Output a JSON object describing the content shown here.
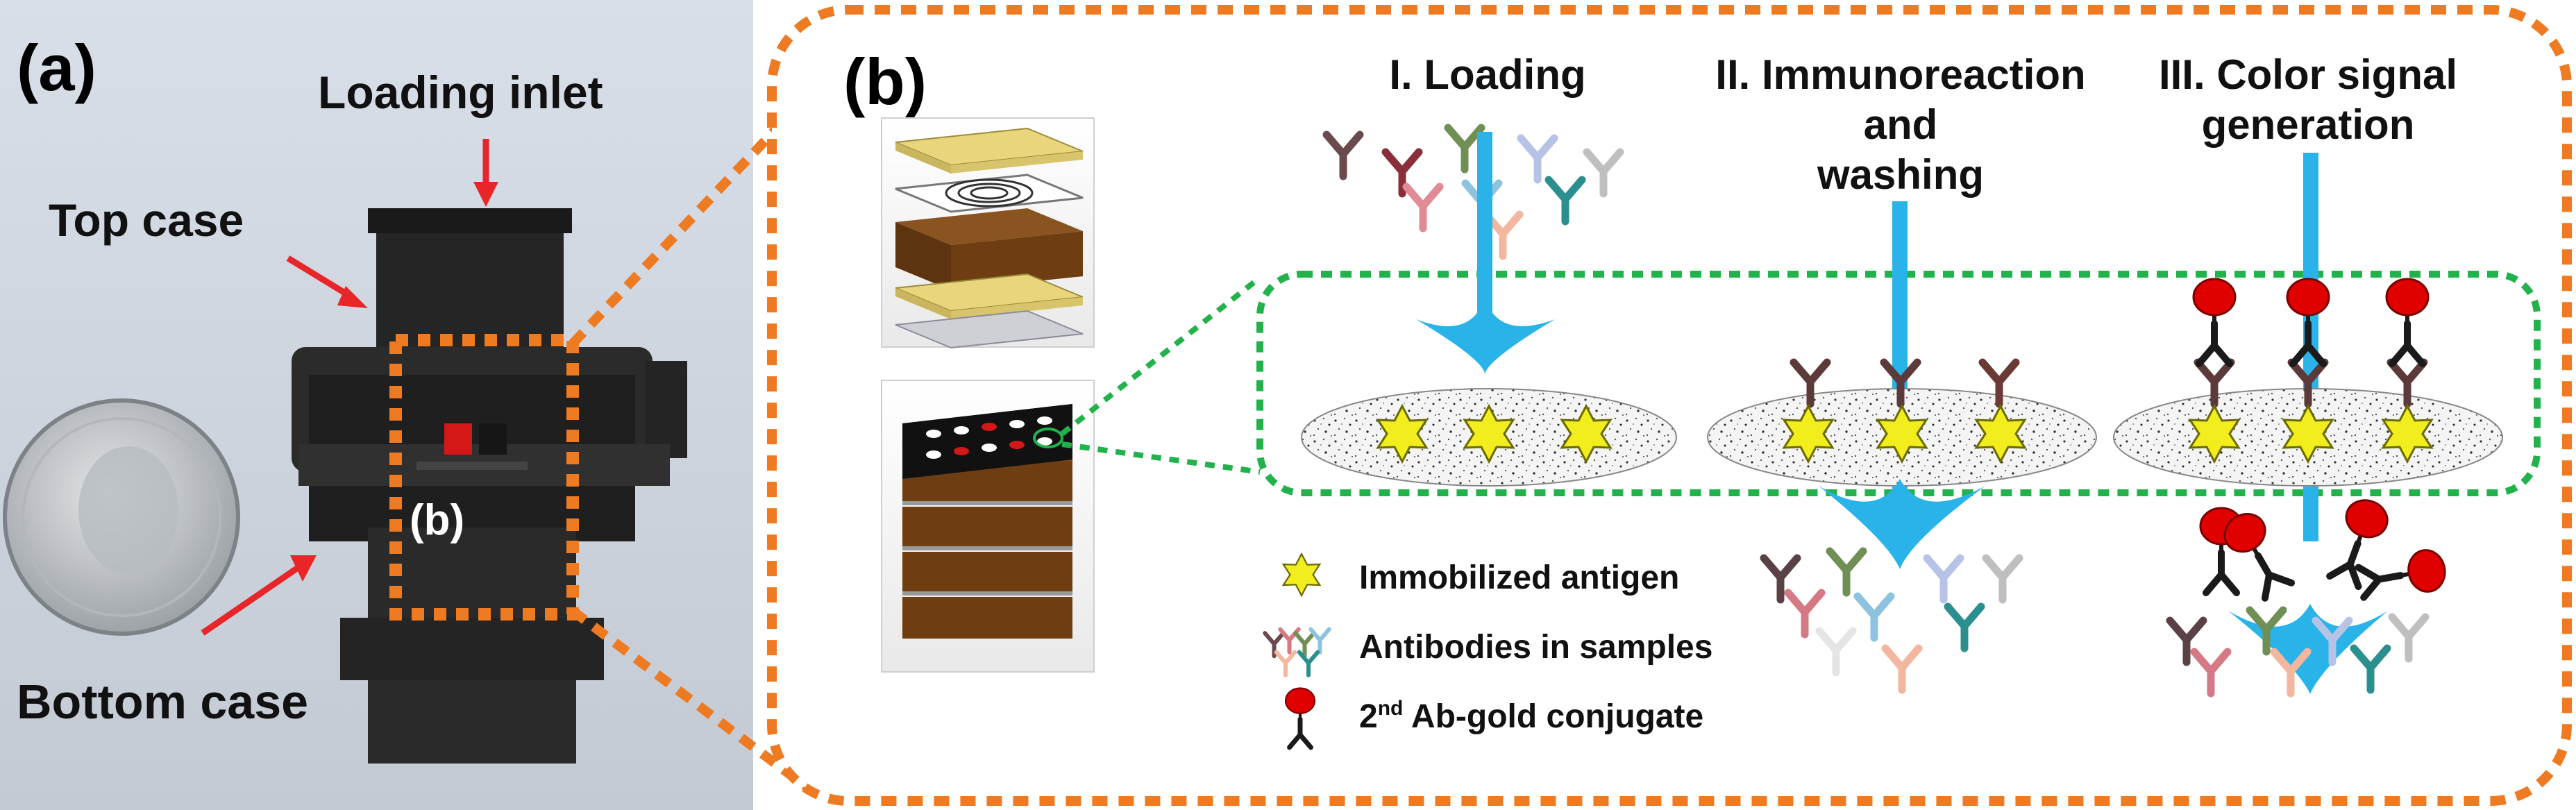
{
  "panel_a": {
    "label": "(a)",
    "callouts": {
      "loading_inlet": "Loading inlet",
      "top_case": "Top case",
      "bottom_case": "Bottom case",
      "inset_label": "(b)"
    }
  },
  "panel_b": {
    "label": "(b)",
    "steps": {
      "loading": "I. Loading",
      "immuno_line1": "II. Immunoreaction",
      "immuno_line2": "and",
      "immuno_line3": "washing",
      "color_line1": "III. Color signal",
      "color_line2": "generation"
    },
    "legend": {
      "antigen": "Immobilized antigen",
      "antibodies": "Antibodies in samples",
      "conjugate_prefix": "2",
      "conjugate_sup": "nd",
      "conjugate_suffix": " Ab-gold conjugate"
    }
  },
  "colors": {
    "callout_arrow": "#e8262a",
    "zoom_outline": "#ee7a22",
    "detail_outline": "#22b24c",
    "flow_arrow": "#2ab3e8",
    "antigen_star": "#f2ee1e",
    "gold_conjugate": "#e00000",
    "paper_layer": "#6e3e12",
    "adhesive_layer": "#e8d57c"
  }
}
